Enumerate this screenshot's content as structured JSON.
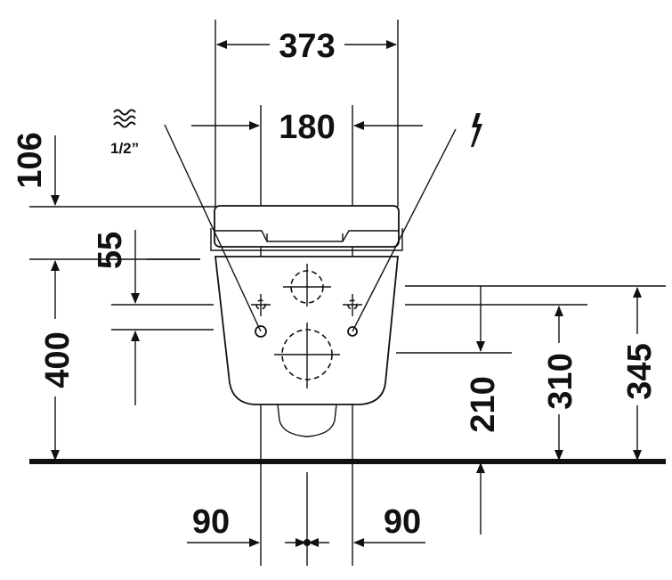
{
  "dimensions": {
    "top_width": "373",
    "inner_width": "180",
    "seat_height": "106",
    "offset_55": "55",
    "height_400": "400",
    "height_210": "210",
    "height_310": "310",
    "height_345": "345",
    "left_90": "90",
    "right_90": "90"
  },
  "water_connection": {
    "icon": "water-wave-icon",
    "size_label": "1/2”"
  },
  "electric_connection": {
    "icon": "lightning-bolt-icon"
  }
}
